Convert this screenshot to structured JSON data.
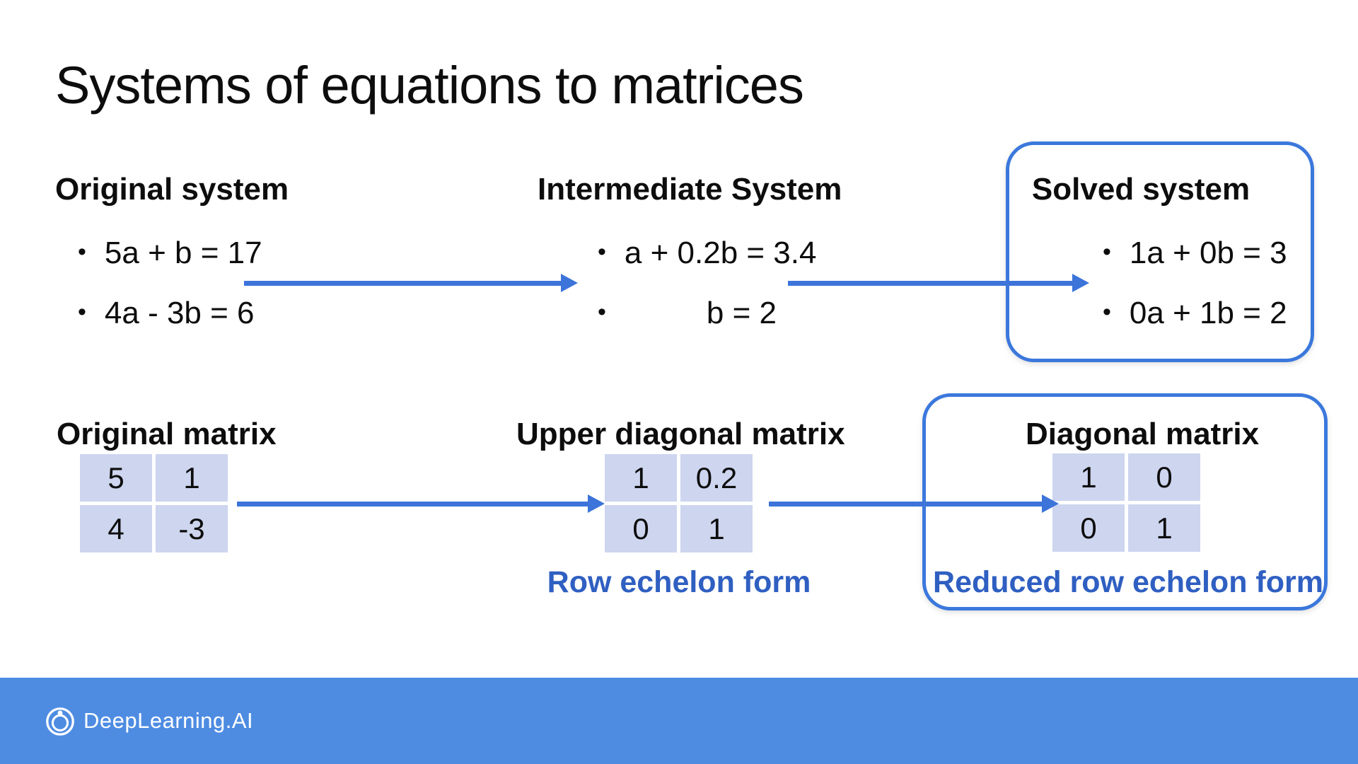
{
  "colors": {
    "arrow_blue": "#3c74d9",
    "box_border_blue": "#3b78dc",
    "label_blue": "#2f5fc1",
    "cell_fill": "#cdd5ef",
    "footer_blue": "#4e8ce2"
  },
  "title": "Systems of equations to matrices",
  "bullet_char": "•",
  "systems": {
    "original": {
      "heading": "Original system",
      "eq1": "5a + b = 17",
      "eq2": "4a - 3b = 6"
    },
    "intermediate": {
      "heading": "Intermediate System",
      "eq1": "a + 0.2b = 3.4",
      "eq2": "b = 2"
    },
    "solved": {
      "heading": "Solved system",
      "eq1": "1a + 0b = 3",
      "eq2": "0a + 1b = 2"
    }
  },
  "matrices": {
    "original": {
      "heading": "Original matrix",
      "cells": [
        "5",
        "1",
        "4",
        "-3"
      ]
    },
    "upper": {
      "heading": "Upper diagonal matrix",
      "cells": [
        "1",
        "0.2",
        "0",
        "1"
      ],
      "caption": "Row echelon form"
    },
    "diagonal": {
      "heading": "Diagonal matrix",
      "cells": [
        "1",
        "0",
        "0",
        "1"
      ],
      "caption": "Reduced row echelon form"
    }
  },
  "footer": {
    "brand": "DeepLearning.AI"
  }
}
